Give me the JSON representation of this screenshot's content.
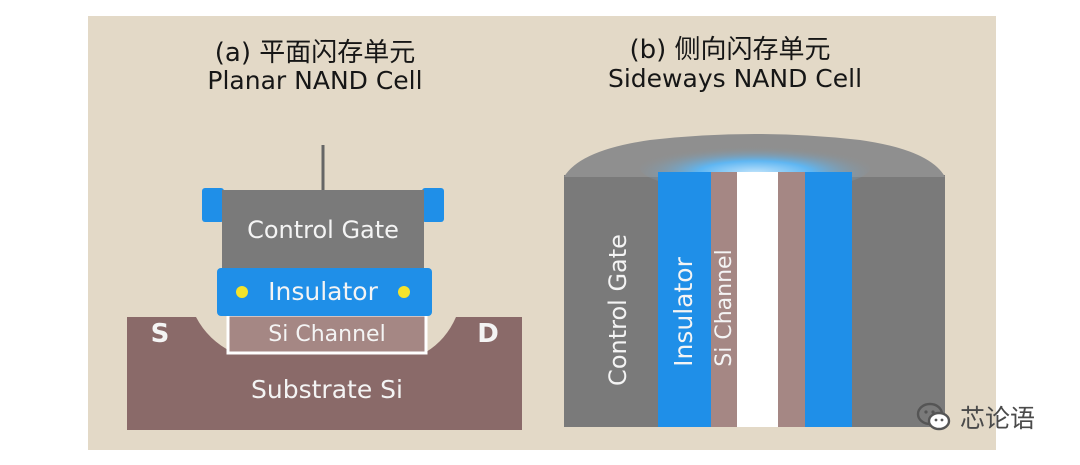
{
  "colors": {
    "background_panel": "#e3d9c7",
    "control_gate": "#7a7a7a",
    "insulator": "#1f8fe8",
    "si_channel": "#a58784",
    "substrate": "#8a6a69",
    "floating_charge": "#f4e32a",
    "label_white": "#f4f4f4"
  },
  "left": {
    "title_cn": "(a) 平面闪存单元",
    "title_en": "Planar NAND Cell",
    "control_gate": "Control Gate",
    "insulator": "Insulator",
    "si_channel": "Si Channel",
    "source": "S",
    "drain": "D",
    "substrate": "Substrate Si"
  },
  "right": {
    "title_cn": "(b) 侧向闪存单元",
    "title_en": "Sideways  NAND Cell",
    "control_gate": "Control Gate",
    "insulator": "Insulator",
    "si_channel": "Si Channel"
  },
  "watermark": {
    "icon": "wechat-icon",
    "text": "芯论语"
  }
}
